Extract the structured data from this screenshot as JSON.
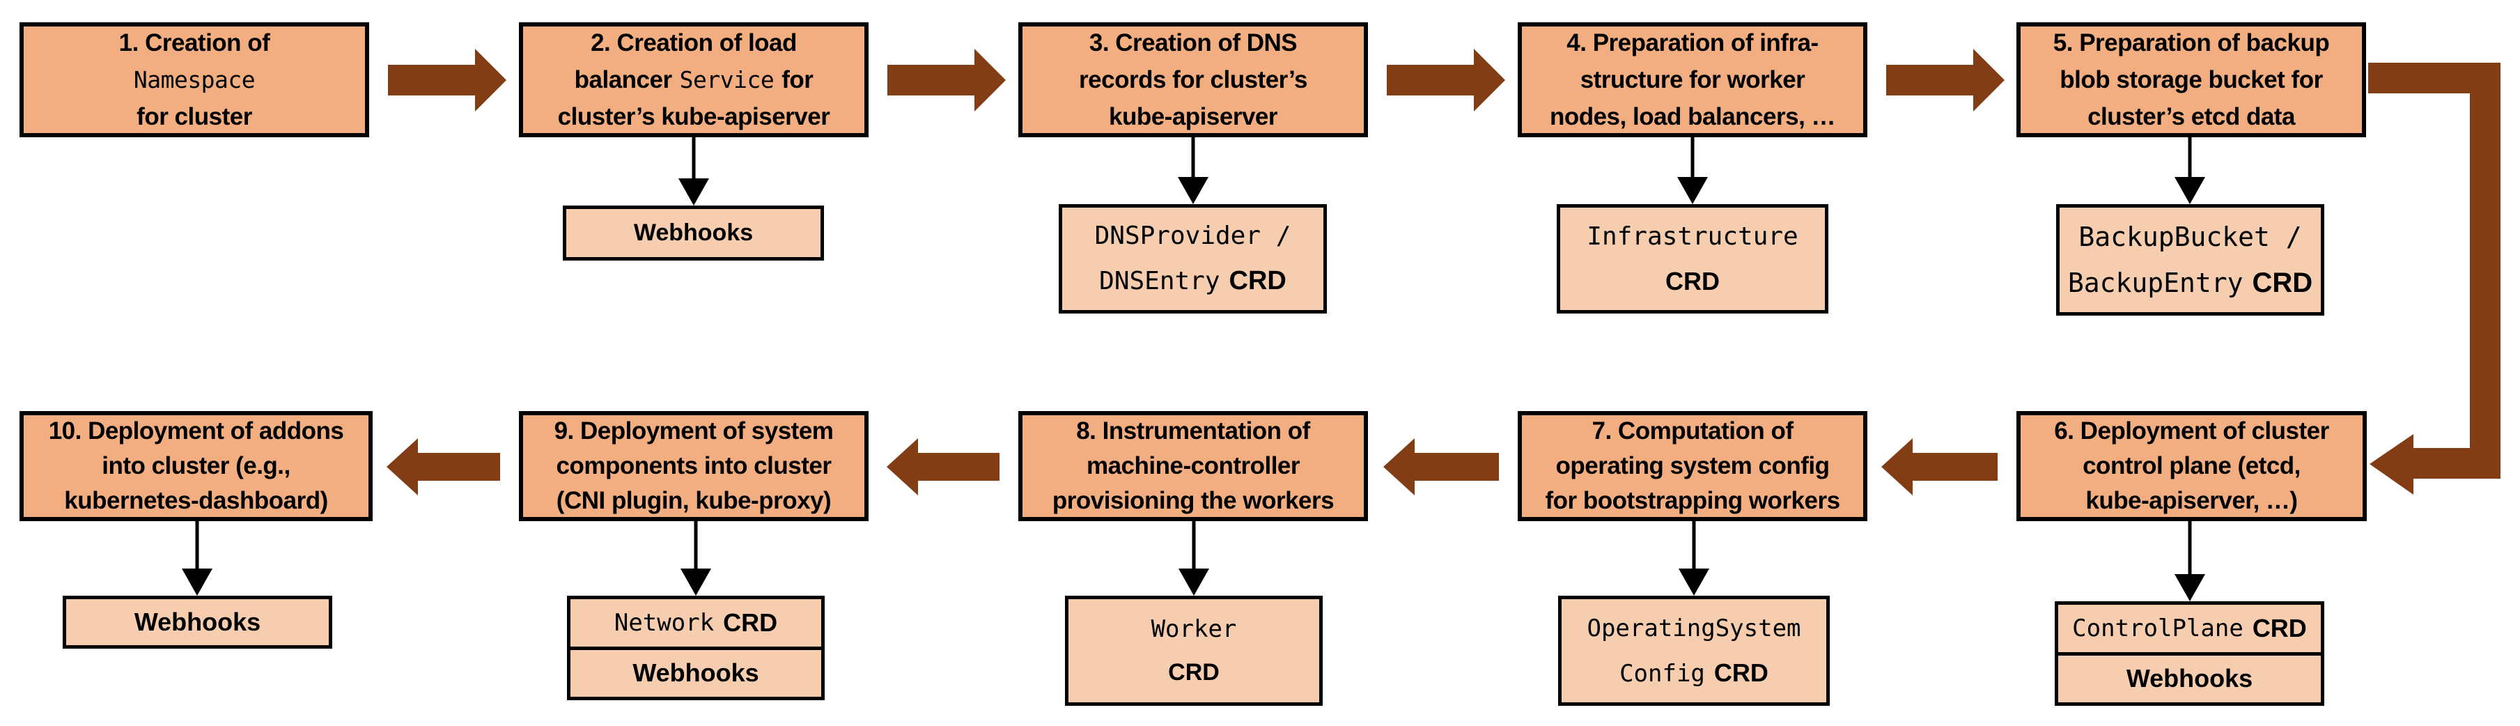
{
  "colors": {
    "step_fill": "#F2AE80",
    "artifact_fill": "#F6CDAE",
    "arrow": "#833D14",
    "border": "#000000",
    "background": "#FFFFFF"
  },
  "steps": {
    "s1": {
      "l1": "1. Creation of",
      "l2_mono": "Namespace",
      "l3": "for cluster"
    },
    "s2": {
      "l1": "2. Creation of load",
      "l2_pre": "balancer",
      "l2_mono": "Service",
      "l2_post": "for",
      "l3": "cluster’s kube-apiserver"
    },
    "s3": {
      "l1": "3. Creation of DNS",
      "l2": "records for cluster’s",
      "l3": "kube-apiserver"
    },
    "s4": {
      "l1": "4. Preparation of infra-",
      "l2": "structure for worker",
      "l3": "nodes, load balancers, …"
    },
    "s5": {
      "l1": "5. Preparation of backup",
      "l2": "blob storage bucket for",
      "l3": "cluster’s etcd data"
    },
    "s6": {
      "l1": "6. Deployment of cluster",
      "l2": "control plane (etcd,",
      "l3": "kube-apiserver, …)"
    },
    "s7": {
      "l1": "7. Computation of",
      "l2": "operating system config",
      "l3": "for bootstrapping workers"
    },
    "s8": {
      "l1": "8. Instrumentation of",
      "l2": "machine-controller",
      "l3": "provisioning the workers"
    },
    "s9": {
      "l1": "9. Deployment of system",
      "l2": "components into cluster",
      "l3": "(CNI plugin, kube-proxy)"
    },
    "s10": {
      "l1": "10. Deployment of addons",
      "l2": "into cluster (e.g.,",
      "l3": "kubernetes-dashboard)"
    }
  },
  "artifacts": {
    "webhooks": "Webhooks",
    "crd_label": "CRD",
    "dns_line1_mono": "DNSProvider /",
    "dns_line2_mono": "DNSEntry",
    "infrastructure_mono": "Infrastructure",
    "backup_line1_mono": "BackupBucket /",
    "backup_line2_mono": "BackupEntry",
    "controlplane_mono": "ControlPlane",
    "osc_line1_mono": "OperatingSystem",
    "osc_line2_mono": "Config",
    "worker_mono": "Worker",
    "network_mono": "Network"
  }
}
